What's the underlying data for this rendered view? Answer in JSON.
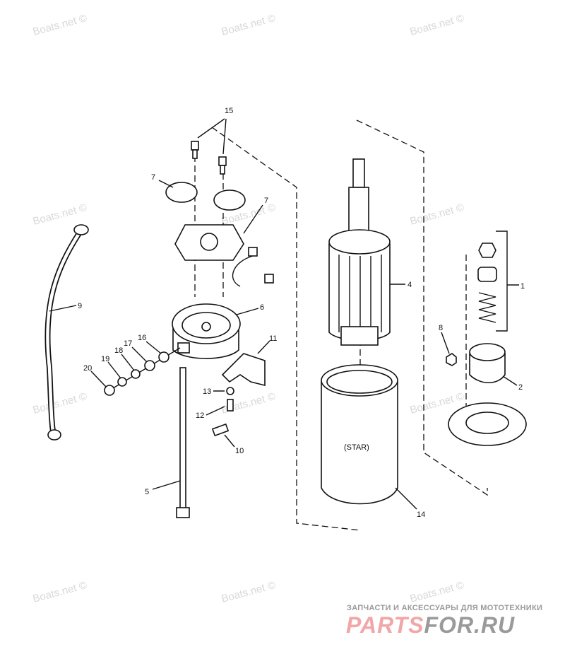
{
  "diagram": {
    "callouts": {
      "c1": "1",
      "c2": "2",
      "c4": "4",
      "c5": "5",
      "c6": "6",
      "c7a": "7",
      "c7b": "7",
      "c8": "8",
      "c9": "9",
      "c10": "10",
      "c11": "11",
      "c12": "12",
      "c13": "13",
      "c14": "14",
      "c15": "15",
      "c16": "16",
      "c17": "17",
      "c18": "18",
      "c19": "19",
      "c20": "20"
    },
    "housing_text": "(STAR)"
  },
  "watermark": "Boats.net ©",
  "branding": {
    "tagline": "ЗАПЧАСТИ И АКСЕССУАРЫ ДЛЯ МОТОТЕХНИКИ",
    "logo_part1": "PARTS",
    "logo_part2": "FOR.RU"
  }
}
